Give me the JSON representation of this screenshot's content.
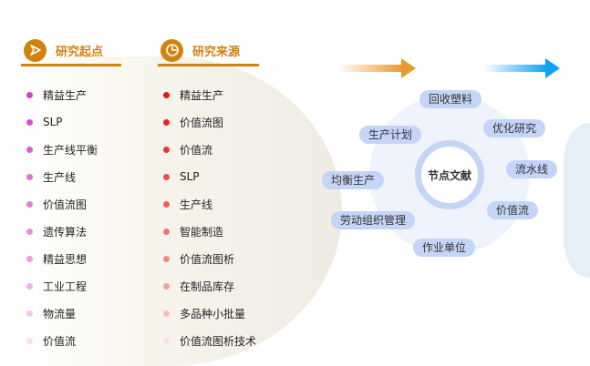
{
  "left_section": {
    "title": "研究起点",
    "icon": "send-icon",
    "items": [
      "精益生产",
      "SLP",
      "生产线平衡",
      "生产线",
      "价值流图",
      "遗传算法",
      "精益思想",
      "工业工程",
      "物流量",
      "价值流"
    ],
    "dot_colors": [
      "#d63fc4",
      "#d94fc8",
      "#dc5fcc",
      "#df6fd0",
      "#e27fd4",
      "#e58fd8",
      "#e9a0dd",
      "#edb3e3",
      "#f2c8ec",
      "#f8e0f4"
    ]
  },
  "right_section": {
    "title": "研究来源",
    "icon": "pie-chart-icon",
    "items": [
      "精益生产",
      "价值流图",
      "价值流",
      "SLP",
      "生产线",
      "智能制造",
      "价值流图析",
      "在制品库存",
      "多品种小批量",
      "价值流图析技术"
    ],
    "dot_colors": [
      "#ee1111",
      "#ef2222",
      "#f03535",
      "#f14848",
      "#f25c5c",
      "#f37070",
      "#f58585",
      "#f7a0a0",
      "#f9bcbc",
      "#fce0e0"
    ]
  },
  "center": {
    "label": "节点文献",
    "nodes": [
      "回收塑料",
      "优化研究",
      "流水线",
      "价值流",
      "作业单位",
      "劳动组织管理",
      "均衡生产",
      "生产计划"
    ]
  },
  "colors": {
    "accent": "#d4820f",
    "arrow_orange": "#e89a2e",
    "arrow_blue": "#0aa3f5",
    "pill": "#c4d5f7"
  }
}
